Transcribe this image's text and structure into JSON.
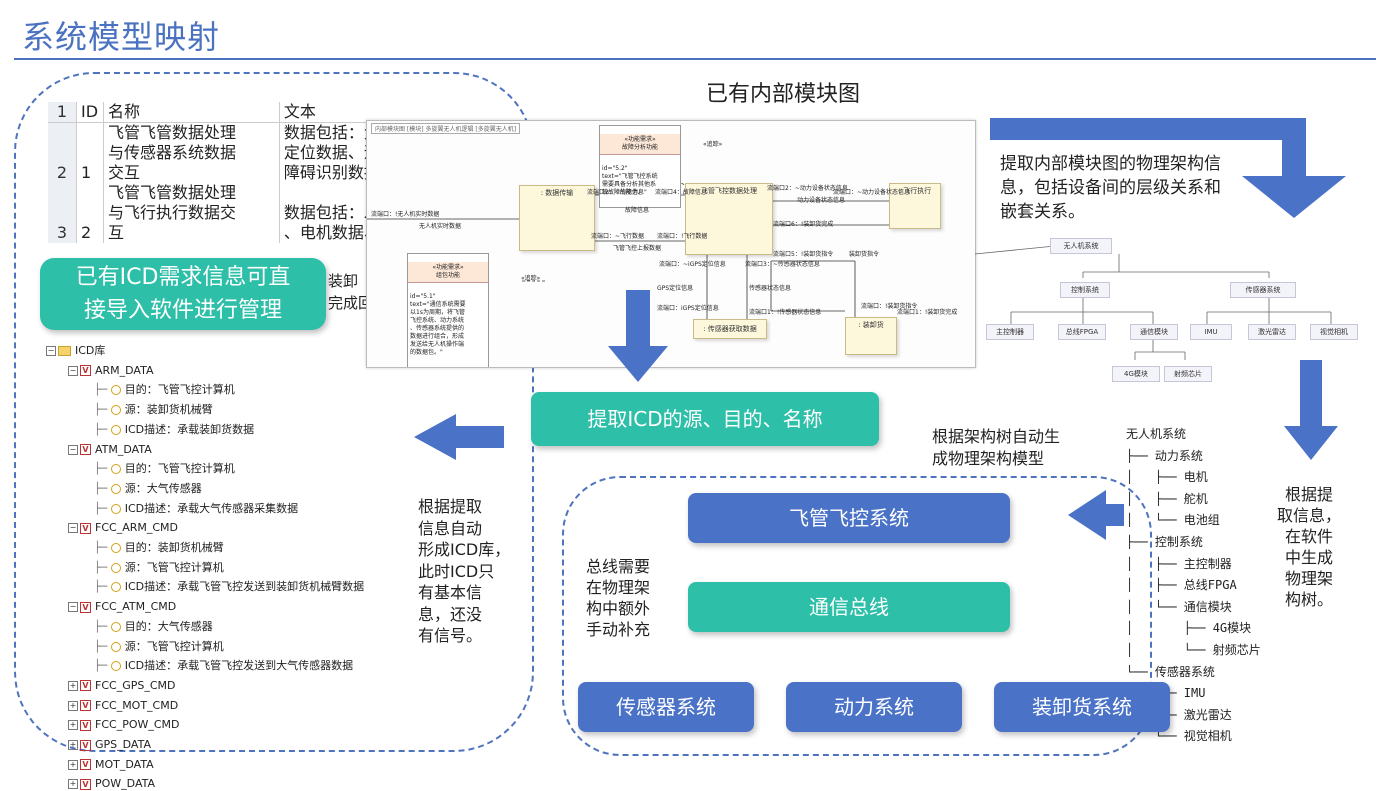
{
  "title": "系统模型映射",
  "table": {
    "header": [
      "1",
      "ID",
      "名称",
      "文本"
    ],
    "rows": [
      {
        "rn": "2",
        "id": "1",
        "name": "飞管飞管数据处理\n与传感器系统数据\n交互",
        "text": "数据包括：大气\n定位数据、速度\n障碍识别数据"
      },
      {
        "rn": "3",
        "id": "2",
        "name": "飞管飞管数据处理\n与飞行执行数据交\n互",
        "text": "数据包括：发动\n、电机数据、"
      }
    ],
    "tail_text": "装卸\n完成回"
  },
  "icd_button": "已有ICD需求信息可直\n接导入软件进行管理",
  "icd_tree": {
    "root": "ICD库",
    "groups": [
      {
        "name": "ARM_DATA",
        "expanded": true,
        "items": [
          "目的：飞管飞控计算机",
          "源：装卸货机械臂",
          "ICD描述：承载装卸货数据"
        ]
      },
      {
        "name": "ATM_DATA",
        "expanded": true,
        "items": [
          "目的：飞管飞控计算机",
          "源：大气传感器",
          "ICD描述：承载大气传感器采集数据"
        ]
      },
      {
        "name": "FCC_ARM_CMD",
        "expanded": true,
        "items": [
          "目的：装卸货机械臂",
          "源：飞管飞控计算机",
          "ICD描述：承载飞管飞控发送到装卸货机械臂数据"
        ]
      },
      {
        "name": "FCC_ATM_CMD",
        "expanded": true,
        "items": [
          "目的：大气传感器",
          "源：飞管飞控计算机",
          "ICD描述：承载飞管飞控发送到大气传感器数据"
        ]
      },
      {
        "name": "FCC_GPS_CMD",
        "expanded": false,
        "items": []
      },
      {
        "name": "FCC_MOT_CMD",
        "expanded": false,
        "items": []
      },
      {
        "name": "FCC_POW_CMD",
        "expanded": false,
        "items": []
      },
      {
        "name": "GPS_DATA",
        "expanded": false,
        "items": []
      },
      {
        "name": "MOT_DATA",
        "expanded": false,
        "items": []
      },
      {
        "name": "POW_DATA",
        "expanded": false,
        "items": []
      }
    ]
  },
  "ibd": {
    "heading": "已有内部模块图",
    "header_tab": "内部模块图 [模块] 多旋翼无人机逻辑 [多旋翼无人机]",
    "blocks": [
      {
        "label": ": 数据传输"
      },
      {
        "label": "飞管飞控数据处理"
      },
      {
        "label": ": 飞行执行"
      },
      {
        "label": ": 传感器获取数据"
      },
      {
        "label": ": 装卸货"
      }
    ],
    "notes": [
      {
        "head": "«功能需求»\n故障分析功能",
        "body": "id=\"5.2\"\ntext=\"飞管飞控系统\n需要具备分析其他系\n统故障的能力。\""
      },
      {
        "head": "«功能需求»\n组包功能",
        "body": "id=\"5.1\"\ntext=\"通信系统需要\n以1s为周期，将飞管\n飞控系统、动力系统\n、传感器系统提供的\n数据进行组合，形成\n发送给无人机操作端\n的数据包。\""
      }
    ],
    "flows": [
      "流端口：!无人机实时数据",
      "无人机实时数据",
      "«追踪»",
      "«追踪»",
      "流端口2：~故障信息",
      "流端口4：故障信息",
      "故障信息",
      "流端口2：~动力设备状态信息",
      "动力设备状态信息",
      "流端口：~动力设备状态信息",
      "流端口：~飞行数据",
      "流端口：!飞行数据",
      "飞管飞控上报数据",
      "流端口6：!装卸货完成",
      "流端口5：!装卸货指令",
      "装卸货指令",
      "流端口：~iGPS定位信息",
      "流端口3：~传感器状态信息",
      "GPS定位信息",
      "传感器状态信息",
      "流端口：iGPS定位信息",
      "流端口1：!传感器状态信息",
      "流端口：!装卸货指令",
      "流端口1：!装卸货完成"
    ]
  },
  "right_desc": "提取内部模块图的物理架构信\n息，包括设备间的层级关系和\n嵌套关系。",
  "hierarchy": {
    "root": "无人机系统",
    "children": [
      {
        "name": "控制系统",
        "children": [
          "主控制器",
          "总线FPGA",
          "通信模块"
        ]
      },
      {
        "name": "传感器系统",
        "children": [
          "IMU",
          "激光雷达",
          "视觉相机"
        ]
      }
    ],
    "comm_children": [
      "4G模块",
      "射频芯片"
    ]
  },
  "extract_button": "提取ICD的源、目的、名称",
  "auto_gen_text": "根据架构树自动生\n成物理架构模型",
  "tree_text": "无人机系统\n├── 动力系统\n│   ├── 电机\n│   ├── 舵机\n│   └── 电池组\n├── 控制系统\n│   ├── 主控制器\n│   ├── 总线FPGA\n│   └── 通信模块\n│       ├── 4G模块\n│       └── 射频芯片\n└── 传感器系统\n    ├── IMU\n    ├── 激光雷达\n    └── 视觉相机",
  "model": {
    "fmc": "飞管飞控系统",
    "bus": "通信总线",
    "bus_note": "总线需要\n在物理架\n构中额外\n手动补充",
    "subs": [
      "传感器系统",
      "动力系统",
      "装卸货系统"
    ]
  },
  "left_info": "根据提取\n信息自动\n形成ICD库，\n此时ICD只\n有基本信\n息，还没\n有信号。",
  "right_info": "根据提\n取信息，\n在软件\n中生成\n物理架\n构树。",
  "colors": {
    "accent": "#4a72c0",
    "teal": "#2ebfa8",
    "blue_button": "#4a72c7",
    "arrow": "#4a72c7"
  }
}
